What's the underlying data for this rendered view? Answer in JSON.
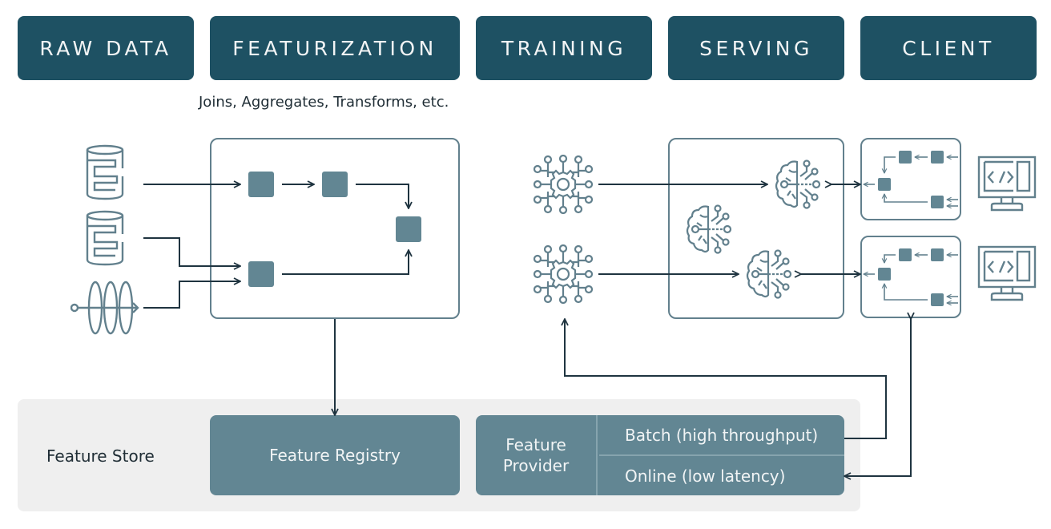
{
  "stages": [
    {
      "label": "RAW DATA"
    },
    {
      "label": "FEATURIZATION"
    },
    {
      "label": "TRAINING"
    },
    {
      "label": "SERVING"
    },
    {
      "label": "CLIENT"
    }
  ],
  "featurization": {
    "subtitle": "Joins, Aggregates, Transforms, etc."
  },
  "raw_data": {
    "sources": [
      {
        "icon": "database-icon"
      },
      {
        "icon": "database-icon"
      },
      {
        "icon": "stream-icon"
      }
    ]
  },
  "training": {
    "models": [
      {
        "icon": "neural-network-icon"
      },
      {
        "icon": "neural-network-icon"
      }
    ]
  },
  "serving": {
    "models": [
      {
        "icon": "brain-model-icon"
      },
      {
        "icon": "brain-model-icon"
      },
      {
        "icon": "brain-model-icon"
      }
    ]
  },
  "client": {
    "apps": [
      {
        "icon": "monitor-code-icon"
      },
      {
        "icon": "monitor-code-icon"
      }
    ]
  },
  "feature_store": {
    "label": "Feature Store",
    "registry": "Feature Registry",
    "provider": {
      "name_line1": "Feature",
      "name_line2": "Provider",
      "batch": "Batch (high throughput)",
      "online": "Online (low latency)"
    }
  },
  "colors": {
    "stage_bg": "#1e5163",
    "accent": "#628693",
    "line": "#1f3440",
    "panel_border": "#62808d",
    "store_bg": "#efefef"
  }
}
